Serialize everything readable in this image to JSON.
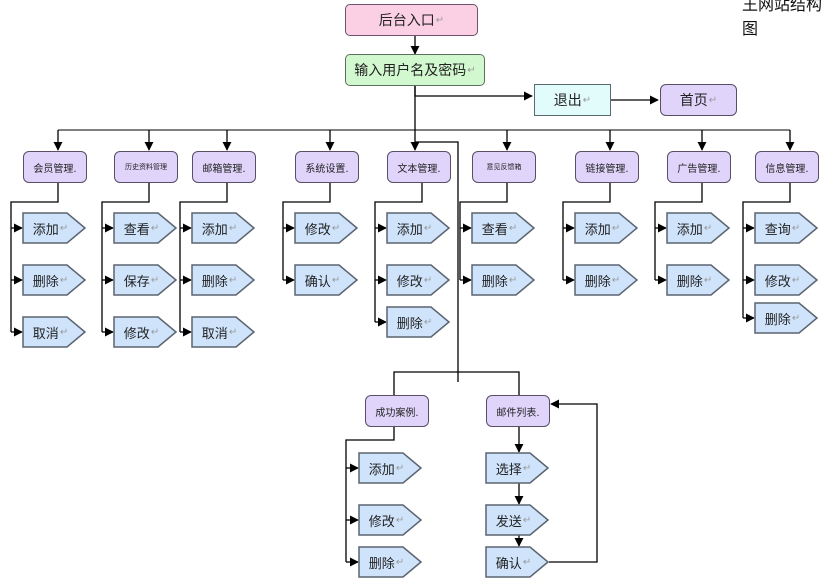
{
  "title_fragment": "王网站结构图",
  "colors": {
    "line": "#000000",
    "bus_line": "#808080",
    "entry_fill": "#fbd0e4",
    "login_fill": "#d2f8cf",
    "logout_fill": "#e2fbfb",
    "module_fill": "#e0d4fb",
    "action_fill": "#cfe3fb",
    "action_border": "#5b6470"
  },
  "entry": {
    "label": "后台入口"
  },
  "login": {
    "label": "输入用户名及密码"
  },
  "logout": {
    "label": "退出"
  },
  "home": {
    "label": "首页"
  },
  "return_mark": "↵",
  "modules": [
    {
      "id": "member",
      "label": "会员管理.",
      "actions": [
        "添加",
        "删除",
        "取消"
      ]
    },
    {
      "id": "history",
      "label": "历史资料管理",
      "actions": [
        "查看",
        "保存",
        "修改"
      ]
    },
    {
      "id": "mailbox",
      "label": "邮箱管理.",
      "actions": [
        "添加",
        "删除",
        "取消"
      ]
    },
    {
      "id": "settings",
      "label": "系统设置.",
      "actions": [
        "修改",
        "确认"
      ]
    },
    {
      "id": "text",
      "label": "文本管理.",
      "actions": [
        "添加",
        "修改",
        "删除"
      ]
    },
    {
      "id": "feedback",
      "label": "意见反馈箱",
      "actions": [
        "查看",
        "删除"
      ]
    },
    {
      "id": "links",
      "label": "链接管理.",
      "actions": [
        "添加",
        "删除"
      ]
    },
    {
      "id": "ads",
      "label": "广告管理.",
      "actions": [
        "添加",
        "删除"
      ]
    },
    {
      "id": "info",
      "label": "信息管理.",
      "actions": [
        "查询",
        "修改",
        "删除"
      ]
    }
  ],
  "sub_modules": [
    {
      "id": "cases",
      "label": "成功案例.",
      "actions": [
        "添加",
        "修改",
        "删除"
      ]
    },
    {
      "id": "maillist",
      "label": "邮件列表.",
      "actions": [
        "选择",
        "发送",
        "确认"
      ]
    }
  ]
}
